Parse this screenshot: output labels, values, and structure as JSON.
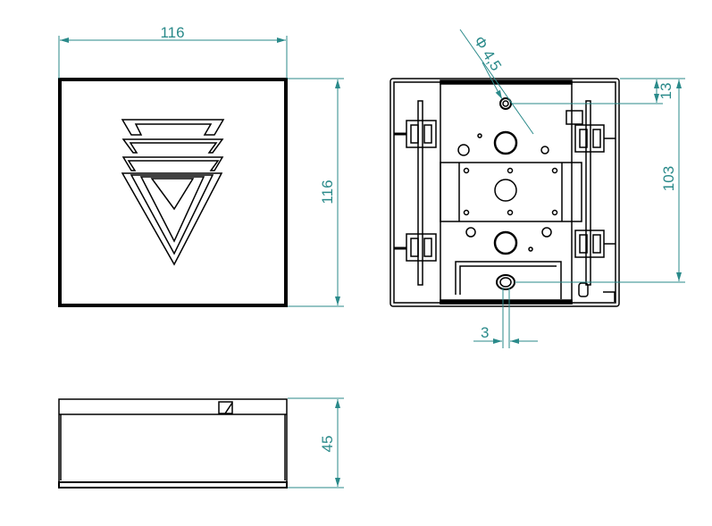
{
  "colors": {
    "dimension": "#2a8a8a",
    "outline": "#000000"
  },
  "dimensions": {
    "front_width": "116",
    "front_height": "116",
    "side_depth": "45",
    "hole_diameter": "Φ 4,5",
    "hole_offset_top": "13",
    "hole_spacing": "103",
    "slot_width": "3"
  }
}
